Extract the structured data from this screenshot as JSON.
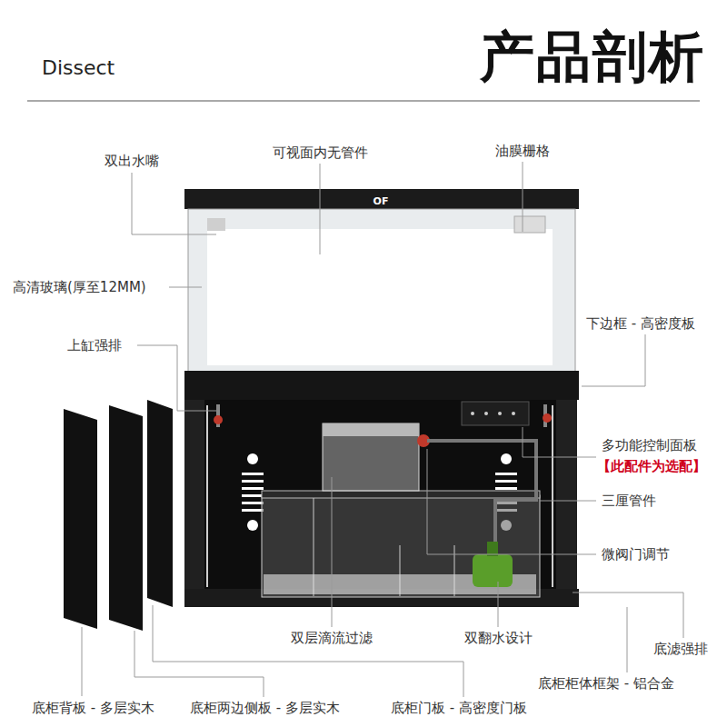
{
  "diagram": {
    "title": "产品剖析",
    "labels": [
      "Dissect",
      "OF",
      "双出水嘴",
      "可视面内无管件",
      "油膜栅格",
      "高清玻璃(厚至12MM)",
      "下边框 - 高密度板",
      "上缸强排",
      "多功能控制面板",
      "【此配件为选配】",
      "三厘管件",
      "微阀门调节",
      "双层滴流过滤",
      "双翻水设计",
      "底滤强排",
      "底柜背板 - 多层实木",
      "底柜两边侧板 - 多层实木",
      "底柜门板 - 高密度门板",
      "底柜柜体框架 - 铝合金"
    ]
  }
}
